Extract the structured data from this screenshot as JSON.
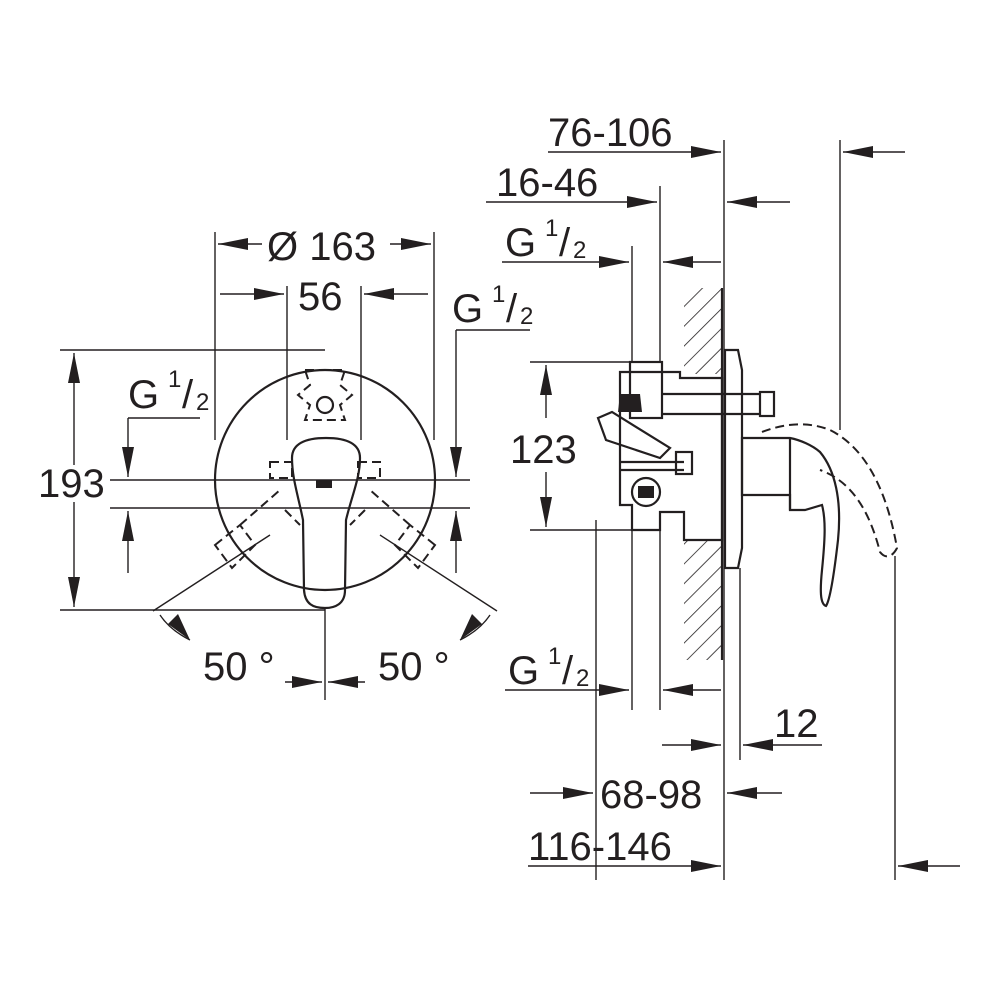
{
  "front_view": {
    "diameter": "Ø 163",
    "width_56": "56",
    "height_193": "193",
    "thread_right": {
      "g": "G",
      "num": "1",
      "den": "2"
    },
    "thread_left": {
      "g": "G",
      "num": "1",
      "den": "2"
    },
    "angle_left": "50 °",
    "angle_right": "50 °"
  },
  "side_view": {
    "dim_76_106": "76-106",
    "dim_16_46": "16-46",
    "thread_top": {
      "g": "G",
      "num": "1",
      "den": "2"
    },
    "dim_123": "123",
    "thread_bottom": {
      "g": "G",
      "num": "1",
      "den": "2"
    },
    "dim_12": "12",
    "dim_68_98": "68-98",
    "dim_116_146": "116-146"
  }
}
